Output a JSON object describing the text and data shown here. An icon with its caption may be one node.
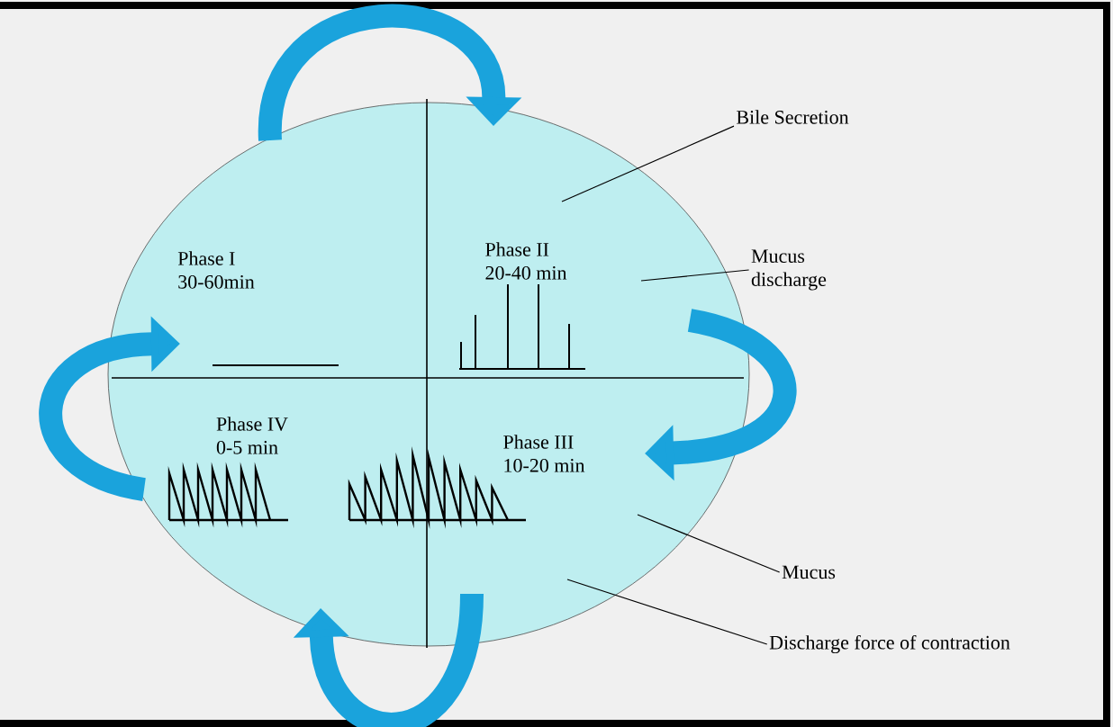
{
  "diagram": {
    "nodes": [
      {
        "text": [],
        "shape": "circle"
      },
      {
        "text": [
          "Phase I",
          "30-60min"
        ],
        "in": 0
      },
      {
        "text": [
          "Phase II",
          "20-40 min"
        ],
        "in": 0
      },
      {
        "text": [
          "Phase III",
          "10-20 min"
        ],
        "in": 0
      },
      {
        "text": [
          "Phase IV",
          "0-5 min"
        ],
        "in": 0
      },
      {
        "text": [
          "Bile Secretion"
        ]
      },
      {
        "text": [
          "Mucus discharge"
        ]
      },
      {
        "text": [
          "Mucus"
        ]
      },
      {
        "text": [
          "Discharge force of contraction"
        ]
      }
    ],
    "edges": [
      {
        "from": 5,
        "to": null,
        "arrow": "none"
      },
      {
        "from": 6,
        "to": null,
        "arrow": "none"
      },
      {
        "from": 7,
        "to": null,
        "arrow": "none"
      },
      {
        "from": 8,
        "to": null,
        "arrow": "none"
      }
    ]
  }
}
